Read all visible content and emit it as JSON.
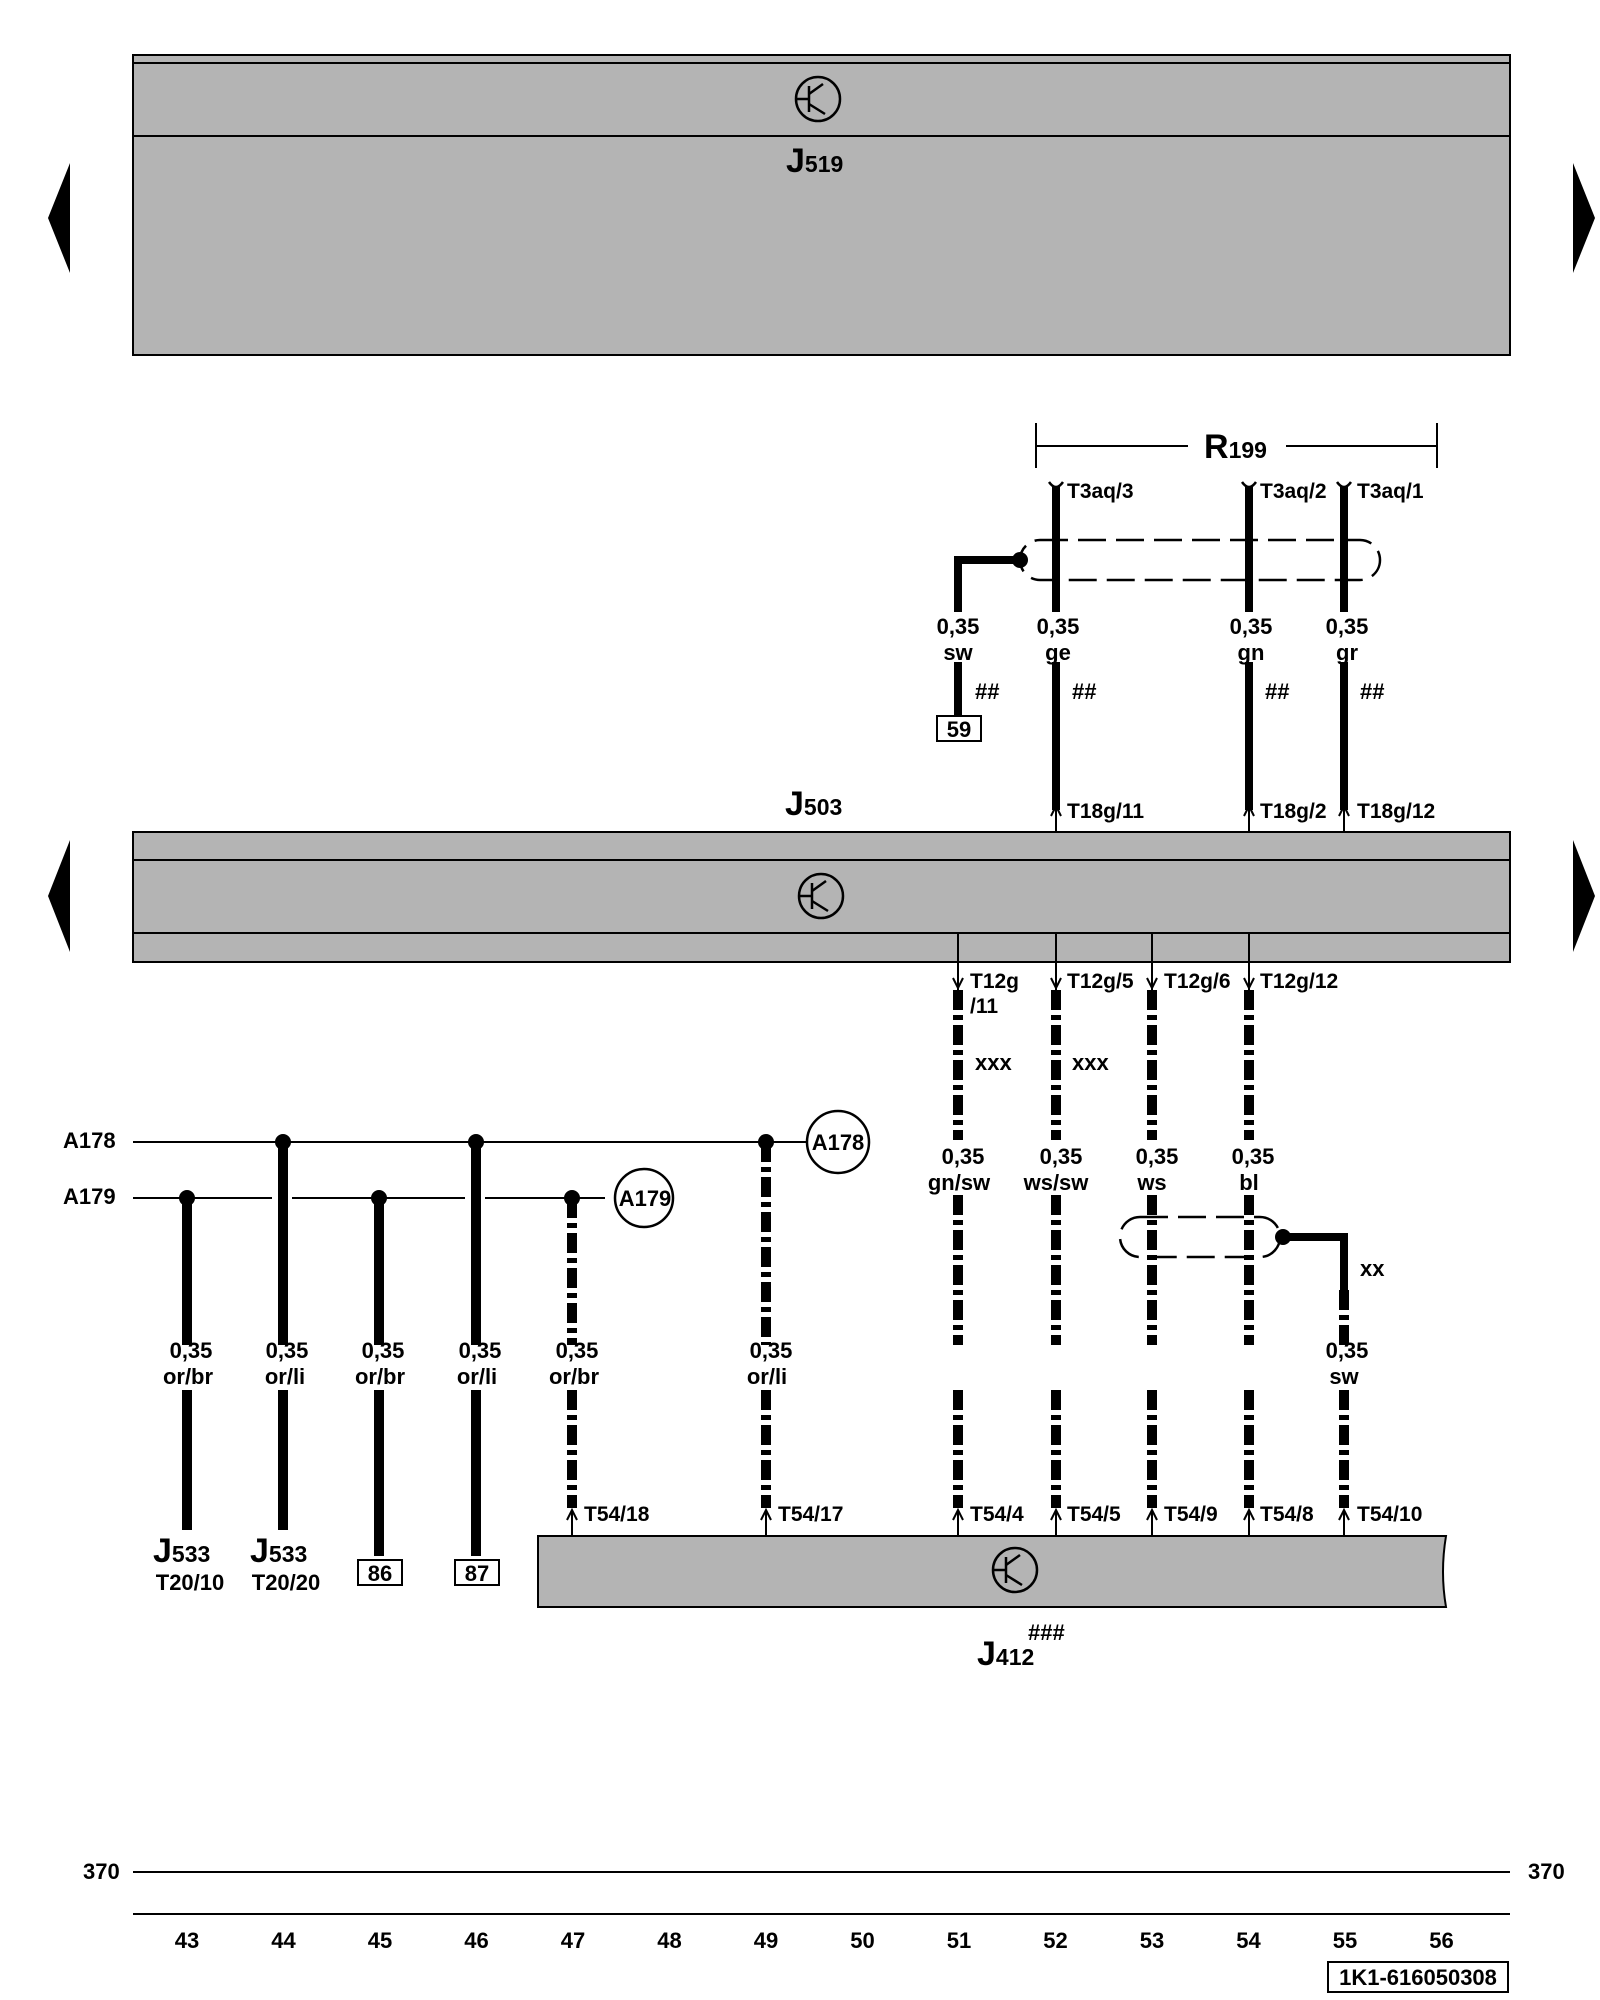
{
  "components": {
    "j519": {
      "letter": "J",
      "sub": "519"
    },
    "j503": {
      "letter": "J",
      "sub": "503"
    },
    "r199": {
      "letter": "R",
      "sub": "199"
    },
    "j412": {
      "letter": "J",
      "sub": "412",
      "sup": "###"
    },
    "j533a": {
      "letter": "J",
      "sub": "533",
      "pin": "T20/10"
    },
    "j533b": {
      "letter": "J",
      "sub": "533",
      "pin": "T20/20"
    }
  },
  "connectors": {
    "t3aq3": "T3aq/3",
    "t3aq2": "T3aq/2",
    "t3aq1": "T3aq/1",
    "t18g11": "T18g/11",
    "t18g2": "T18g/2",
    "t18g12": "T18g/12",
    "t12g11a": "T12g",
    "t12g11b": "/11",
    "t12g5": "T12g/5",
    "t12g6": "T12g/6",
    "t12g12": "T12g/12",
    "t54_18": "T54/18",
    "t54_17": "T54/17",
    "t54_4": "T54/4",
    "t54_5": "T54/5",
    "t54_9": "T54/9",
    "t54_8": "T54/8",
    "t54_10": "T54/10"
  },
  "wires": {
    "w_sw_top": {
      "size": "0,35",
      "color": "sw"
    },
    "w_ge": {
      "size": "0,35",
      "color": "ge"
    },
    "w_gn": {
      "size": "0,35",
      "color": "gn"
    },
    "w_gr": {
      "size": "0,35",
      "color": "gr"
    },
    "w43": {
      "size": "0,35",
      "color": "or/br"
    },
    "w44": {
      "size": "0,35",
      "color": "or/li"
    },
    "w45": {
      "size": "0,35",
      "color": "or/br"
    },
    "w46": {
      "size": "0,35",
      "color": "or/li"
    },
    "w47": {
      "size": "0,35",
      "color": "or/br"
    },
    "w49": {
      "size": "0,35",
      "color": "or/li"
    },
    "w51": {
      "size": "0,35",
      "color": "gn/sw"
    },
    "w52": {
      "size": "0,35",
      "color": "ws/sw"
    },
    "w53": {
      "size": "0,35",
      "color": "ws"
    },
    "w54": {
      "size": "0,35",
      "color": "bl"
    },
    "w55": {
      "size": "0,35",
      "color": "sw"
    }
  },
  "marks": {
    "hash": "##",
    "xxx": "xxx",
    "xx": "xx"
  },
  "boxes": {
    "b59": "59",
    "b86": "86",
    "b87": "87"
  },
  "buses": {
    "a178": "A178",
    "a179": "A179"
  },
  "ruler": {
    "left": "370",
    "right": "370",
    "columns": [
      "43",
      "44",
      "45",
      "46",
      "47",
      "48",
      "49",
      "50",
      "51",
      "52",
      "53",
      "54",
      "55",
      "56"
    ]
  },
  "doc_code": "1K1-616050308"
}
